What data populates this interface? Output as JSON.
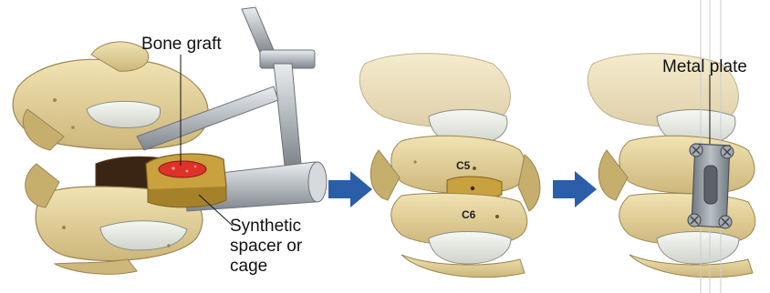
{
  "labels": {
    "bone_graft": "Bone graft",
    "synthetic_line1": "Synthetic",
    "synthetic_line2": "spacer or",
    "synthetic_line3": "cage",
    "c5": "C5",
    "c6": "C6",
    "metal_plate": "Metal plate"
  },
  "colors": {
    "bone": "#e7d59f",
    "bone_shadow": "#b9a266",
    "disc": "#eef0ea",
    "arrow": "#2a5ea8",
    "instrument": "#c4c8cc",
    "graft": "#e0302a",
    "cage": "#c9a13e",
    "plate": "#8c949c"
  },
  "icons": [
    "arrow-right-icon",
    "arrow-right-icon"
  ]
}
